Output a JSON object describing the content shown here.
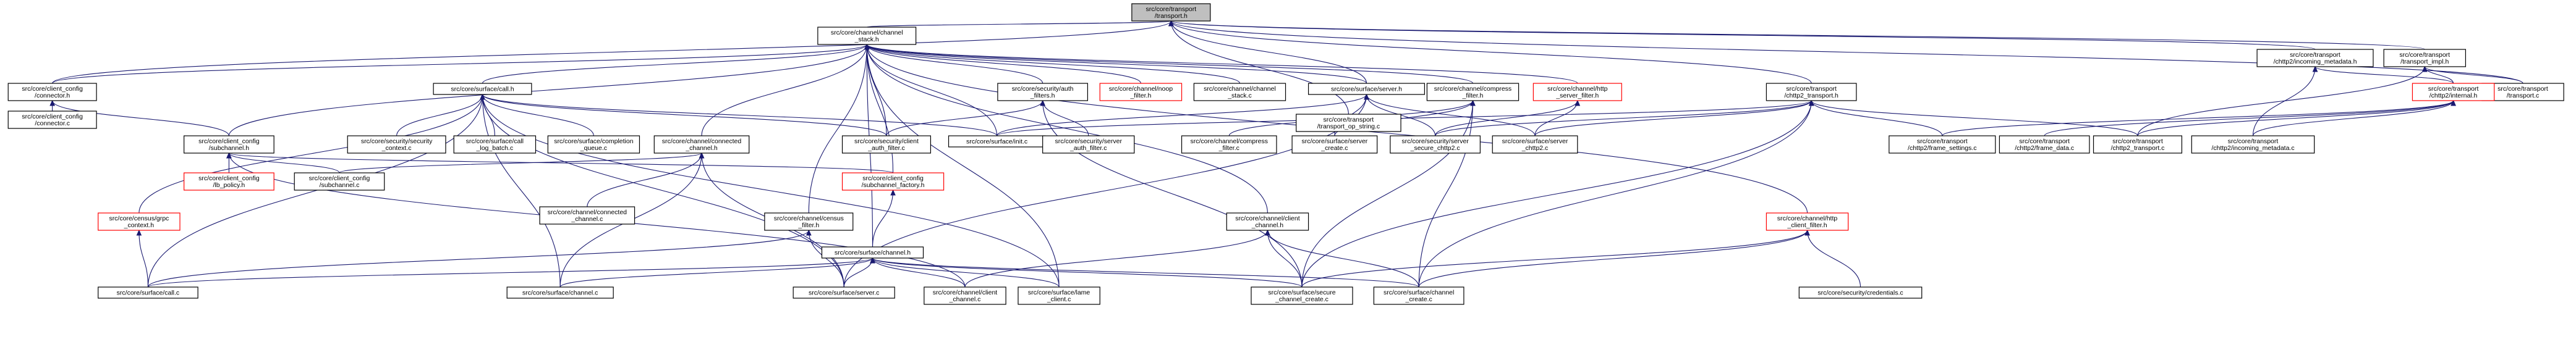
{
  "diagram": {
    "focus_node": "transport",
    "nodes": [
      {
        "id": "transport",
        "lines": [
          "src/core/transport",
          "/transport.h"
        ],
        "focus": true
      },
      {
        "id": "channel_stack",
        "lines": [
          "src/core/channel/channel",
          "_stack.h"
        ]
      },
      {
        "id": "connector_h",
        "lines": [
          "src/core/client_config",
          "/connector.h"
        ]
      },
      {
        "id": "surface_server_h",
        "lines": [
          "src/core/surface/server.h"
        ]
      },
      {
        "id": "chttp2_transport_h",
        "lines": [
          "src/core/transport",
          "/chttp2_transport.h"
        ]
      },
      {
        "id": "incoming_metadata_h",
        "lines": [
          "src/core/transport",
          "/chttp2/incoming_metadata.h"
        ]
      },
      {
        "id": "transport_impl_h",
        "lines": [
          "src/core/transport",
          "/transport_impl.h"
        ]
      },
      {
        "id": "transport_c",
        "lines": [
          "src/core/transport",
          "/transport.c"
        ]
      },
      {
        "id": "connector_c",
        "lines": [
          "src/core/client_config",
          "/connector.c"
        ]
      },
      {
        "id": "subchannel_h",
        "lines": [
          "src/core/client_config",
          "/subchannel.h"
        ]
      },
      {
        "id": "surface_call_h",
        "lines": [
          "src/core/surface/call.h"
        ]
      },
      {
        "id": "auth_filters_h",
        "lines": [
          "src/core/security/auth",
          "_filters.h"
        ]
      },
      {
        "id": "noop_filter_h",
        "lines": [
          "src/core/channel/noop",
          "_filter.h"
        ],
        "red": true
      },
      {
        "id": "channel_stack_c",
        "lines": [
          "src/core/channel/channel",
          "_stack.c"
        ]
      },
      {
        "id": "transport_op_string_c",
        "lines": [
          "src/core/transport",
          "/transport_op_string.c"
        ]
      },
      {
        "id": "compress_filter_h",
        "lines": [
          "src/core/channel/compress",
          "_filter.h"
        ]
      },
      {
        "id": "http_server_filter_h",
        "lines": [
          "src/core/channel/http",
          "_server_filter.h"
        ],
        "red": true
      },
      {
        "id": "internal_h",
        "lines": [
          "src/core/transport",
          "/chttp2/internal.h"
        ],
        "red": true
      },
      {
        "id": "lb_policy_h",
        "lines": [
          "src/core/client_config",
          "/lb_policy.h"
        ],
        "red": true
      },
      {
        "id": "subchannel_c",
        "lines": [
          "src/core/client_config",
          "/subchannel.c"
        ]
      },
      {
        "id": "security_context_c",
        "lines": [
          "src/core/security/security",
          "_context.c"
        ]
      },
      {
        "id": "call_log_batch_c",
        "lines": [
          "src/core/surface/call",
          "_log_batch.c"
        ]
      },
      {
        "id": "completion_queue_c",
        "lines": [
          "src/core/surface/completion",
          "_queue.c"
        ]
      },
      {
        "id": "connected_channel_h",
        "lines": [
          "src/core/channel/connected",
          "_channel.h"
        ]
      },
      {
        "id": "client_auth_filter_c",
        "lines": [
          "src/core/security/client",
          "_auth_filter.c"
        ]
      },
      {
        "id": "surface_init_c",
        "lines": [
          "src/core/surface/init.c"
        ]
      },
      {
        "id": "server_auth_filter_c",
        "lines": [
          "src/core/security/server",
          "_auth_filter.c"
        ]
      },
      {
        "id": "compress_filter_c",
        "lines": [
          "src/core/channel/compress",
          "_filter.c"
        ]
      },
      {
        "id": "surface_server_create_c",
        "lines": [
          "src/core/surface/server",
          "_create.c"
        ]
      },
      {
        "id": "secure_chttp2_c",
        "lines": [
          "src/core/security/server",
          "_secure_chttp2.c"
        ]
      },
      {
        "id": "server_chttp2_c",
        "lines": [
          "src/core/surface/server",
          "_chttp2.c"
        ]
      },
      {
        "id": "frame_settings_c",
        "lines": [
          "src/core/transport",
          "/chttp2/frame_settings.c"
        ]
      },
      {
        "id": "frame_data_c",
        "lines": [
          "src/core/transport",
          "/chttp2/frame_data.c"
        ]
      },
      {
        "id": "chttp2_transport_c",
        "lines": [
          "src/core/transport",
          "/chttp2_transport.c"
        ]
      },
      {
        "id": "incoming_metadata_c",
        "lines": [
          "src/core/transport",
          "/chttp2/incoming_metadata.c"
        ]
      },
      {
        "id": "rpc_context_h",
        "lines": [
          "src/core/census/grpc",
          "_context.h"
        ],
        "red": true
      },
      {
        "id": "connected_channel_c",
        "lines": [
          "src/core/channel/connected",
          "_channel.c"
        ]
      },
      {
        "id": "subchannel_factory_h",
        "lines": [
          "src/core/client_config",
          "/subchannel_factory.h"
        ],
        "red": true
      },
      {
        "id": "census_filter_h",
        "lines": [
          "src/core/channel/census",
          "_filter.h"
        ]
      },
      {
        "id": "client_channel_h",
        "lines": [
          "src/core/channel/client",
          "_channel.h"
        ]
      },
      {
        "id": "http_client_filter_h",
        "lines": [
          "src/core/channel/http",
          "_client_filter.h"
        ],
        "red": true
      },
      {
        "id": "surface_channel_h",
        "lines": [
          "src/core/surface/channel.h"
        ]
      },
      {
        "id": "surface_call_c",
        "lines": [
          "src/core/surface/call.c"
        ]
      },
      {
        "id": "surface_channel_c",
        "lines": [
          "src/core/surface/channel.c"
        ]
      },
      {
        "id": "surface_server_c",
        "lines": [
          "src/core/surface/server.c"
        ]
      },
      {
        "id": "client_channel_c",
        "lines": [
          "src/core/channel/client",
          "_channel.c"
        ]
      },
      {
        "id": "lame_client_c",
        "lines": [
          "src/core/surface/lame",
          "_client.c"
        ]
      },
      {
        "id": "secure_channel_create_c",
        "lines": [
          "src/core/surface/secure",
          "_channel_create.c"
        ]
      },
      {
        "id": "channel_create_c",
        "lines": [
          "src/core/surface/channel",
          "_create.c"
        ]
      },
      {
        "id": "credentials_c",
        "lines": [
          "src/core/security/credentials.c"
        ]
      }
    ]
  }
}
